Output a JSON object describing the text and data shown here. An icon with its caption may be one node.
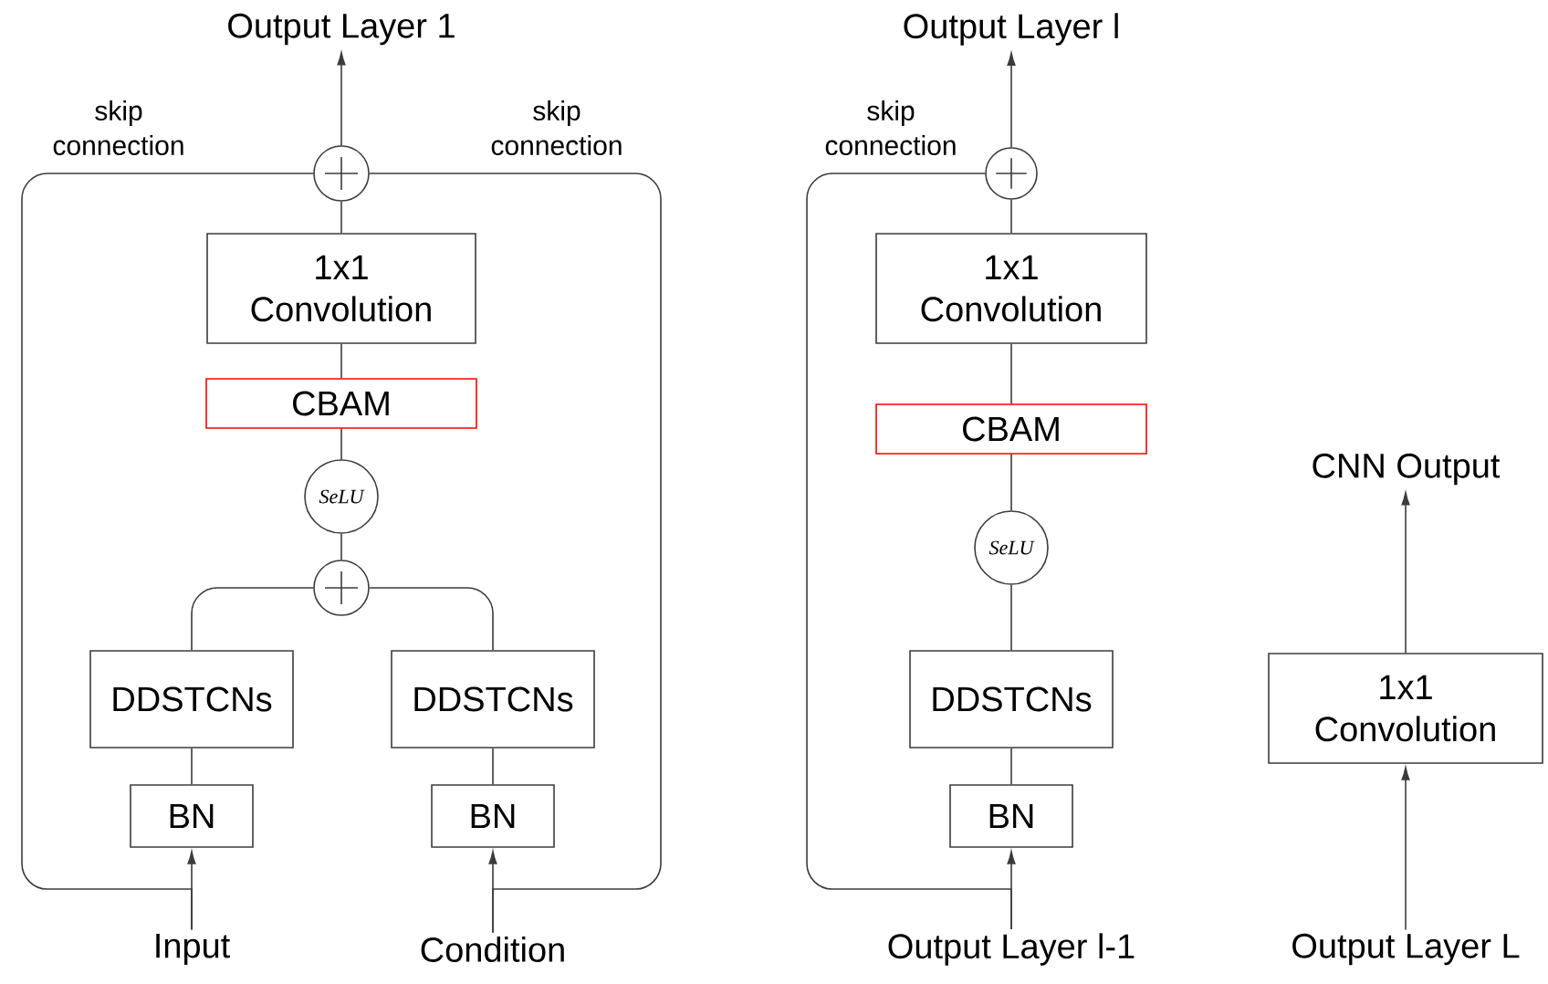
{
  "diagram": {
    "nodes": [
      {
        "text": [
          "Output Layer 1"
        ]
      },
      {
        "text": [],
        "shape": "circle"
      },
      {
        "text": [
          "1x1 Convolution"
        ]
      },
      {
        "text": [
          "CBAM"
        ]
      },
      {
        "text": [
          "SeLU"
        ]
      },
      {
        "text": [],
        "shape": "circle"
      },
      {
        "text": [
          "DDSTCNs"
        ]
      },
      {
        "text": [
          "DDSTCNs"
        ]
      },
      {
        "text": [
          "BN"
        ]
      },
      {
        "text": [
          "BN"
        ]
      },
      {
        "text": [
          "Input"
        ]
      },
      {
        "text": [
          "Condition"
        ]
      },
      {
        "text": [
          "Output Layer l"
        ]
      },
      {
        "text": [],
        "shape": "circle"
      },
      {
        "text": [
          "1x1 Convolution"
        ]
      },
      {
        "text": [
          "CBAM"
        ]
      },
      {
        "text": [
          "SeLU"
        ]
      },
      {
        "text": [
          "DDSTCNs"
        ]
      },
      {
        "text": [
          "BN"
        ]
      },
      {
        "text": [
          "Output Layer l-1"
        ]
      },
      {
        "text": [
          "CNN Output"
        ]
      },
      {
        "text": [
          "1x1 Convolution"
        ]
      },
      {
        "text": [
          "Output Layer L"
        ]
      }
    ],
    "edges": [
      {
        "from": 1,
        "to": 0,
        "arrow": "to"
      },
      {
        "from": 2,
        "to": 1,
        "arrow": "none"
      },
      {
        "from": 3,
        "to": 2,
        "arrow": "none"
      },
      {
        "from": 4,
        "to": 3,
        "arrow": "none"
      },
      {
        "from": 5,
        "to": 4,
        "arrow": "none"
      },
      {
        "from": 6,
        "to": 5,
        "arrow": "none"
      },
      {
        "from": 7,
        "to": 5,
        "arrow": "none"
      },
      {
        "from": 8,
        "to": 6,
        "arrow": "none"
      },
      {
        "from": 9,
        "to": 7,
        "arrow": "none"
      },
      {
        "from": 10,
        "to": 8,
        "arrow": "to"
      },
      {
        "from": 11,
        "to": 9,
        "arrow": "to"
      },
      {
        "from": 10,
        "to": 1,
        "arrow": "none"
      },
      {
        "from": 11,
        "to": 1,
        "arrow": "none"
      },
      {
        "from": 13,
        "to": 12,
        "arrow": "to"
      },
      {
        "from": 14,
        "to": 13,
        "arrow": "none"
      },
      {
        "from": 15,
        "to": 14,
        "arrow": "none"
      },
      {
        "from": 16,
        "to": 15,
        "arrow": "none"
      },
      {
        "from": 17,
        "to": 16,
        "arrow": "none"
      },
      {
        "from": 18,
        "to": 17,
        "arrow": "none"
      },
      {
        "from": 19,
        "to": 18,
        "arrow": "to"
      },
      {
        "from": 19,
        "to": 13,
        "arrow": "none"
      },
      {
        "from": 21,
        "to": 20,
        "arrow": "to"
      },
      {
        "from": 22,
        "to": 21,
        "arrow": "to"
      }
    ],
    "labels": [
      "skip connection",
      "skip connection",
      "skip connection"
    ]
  }
}
